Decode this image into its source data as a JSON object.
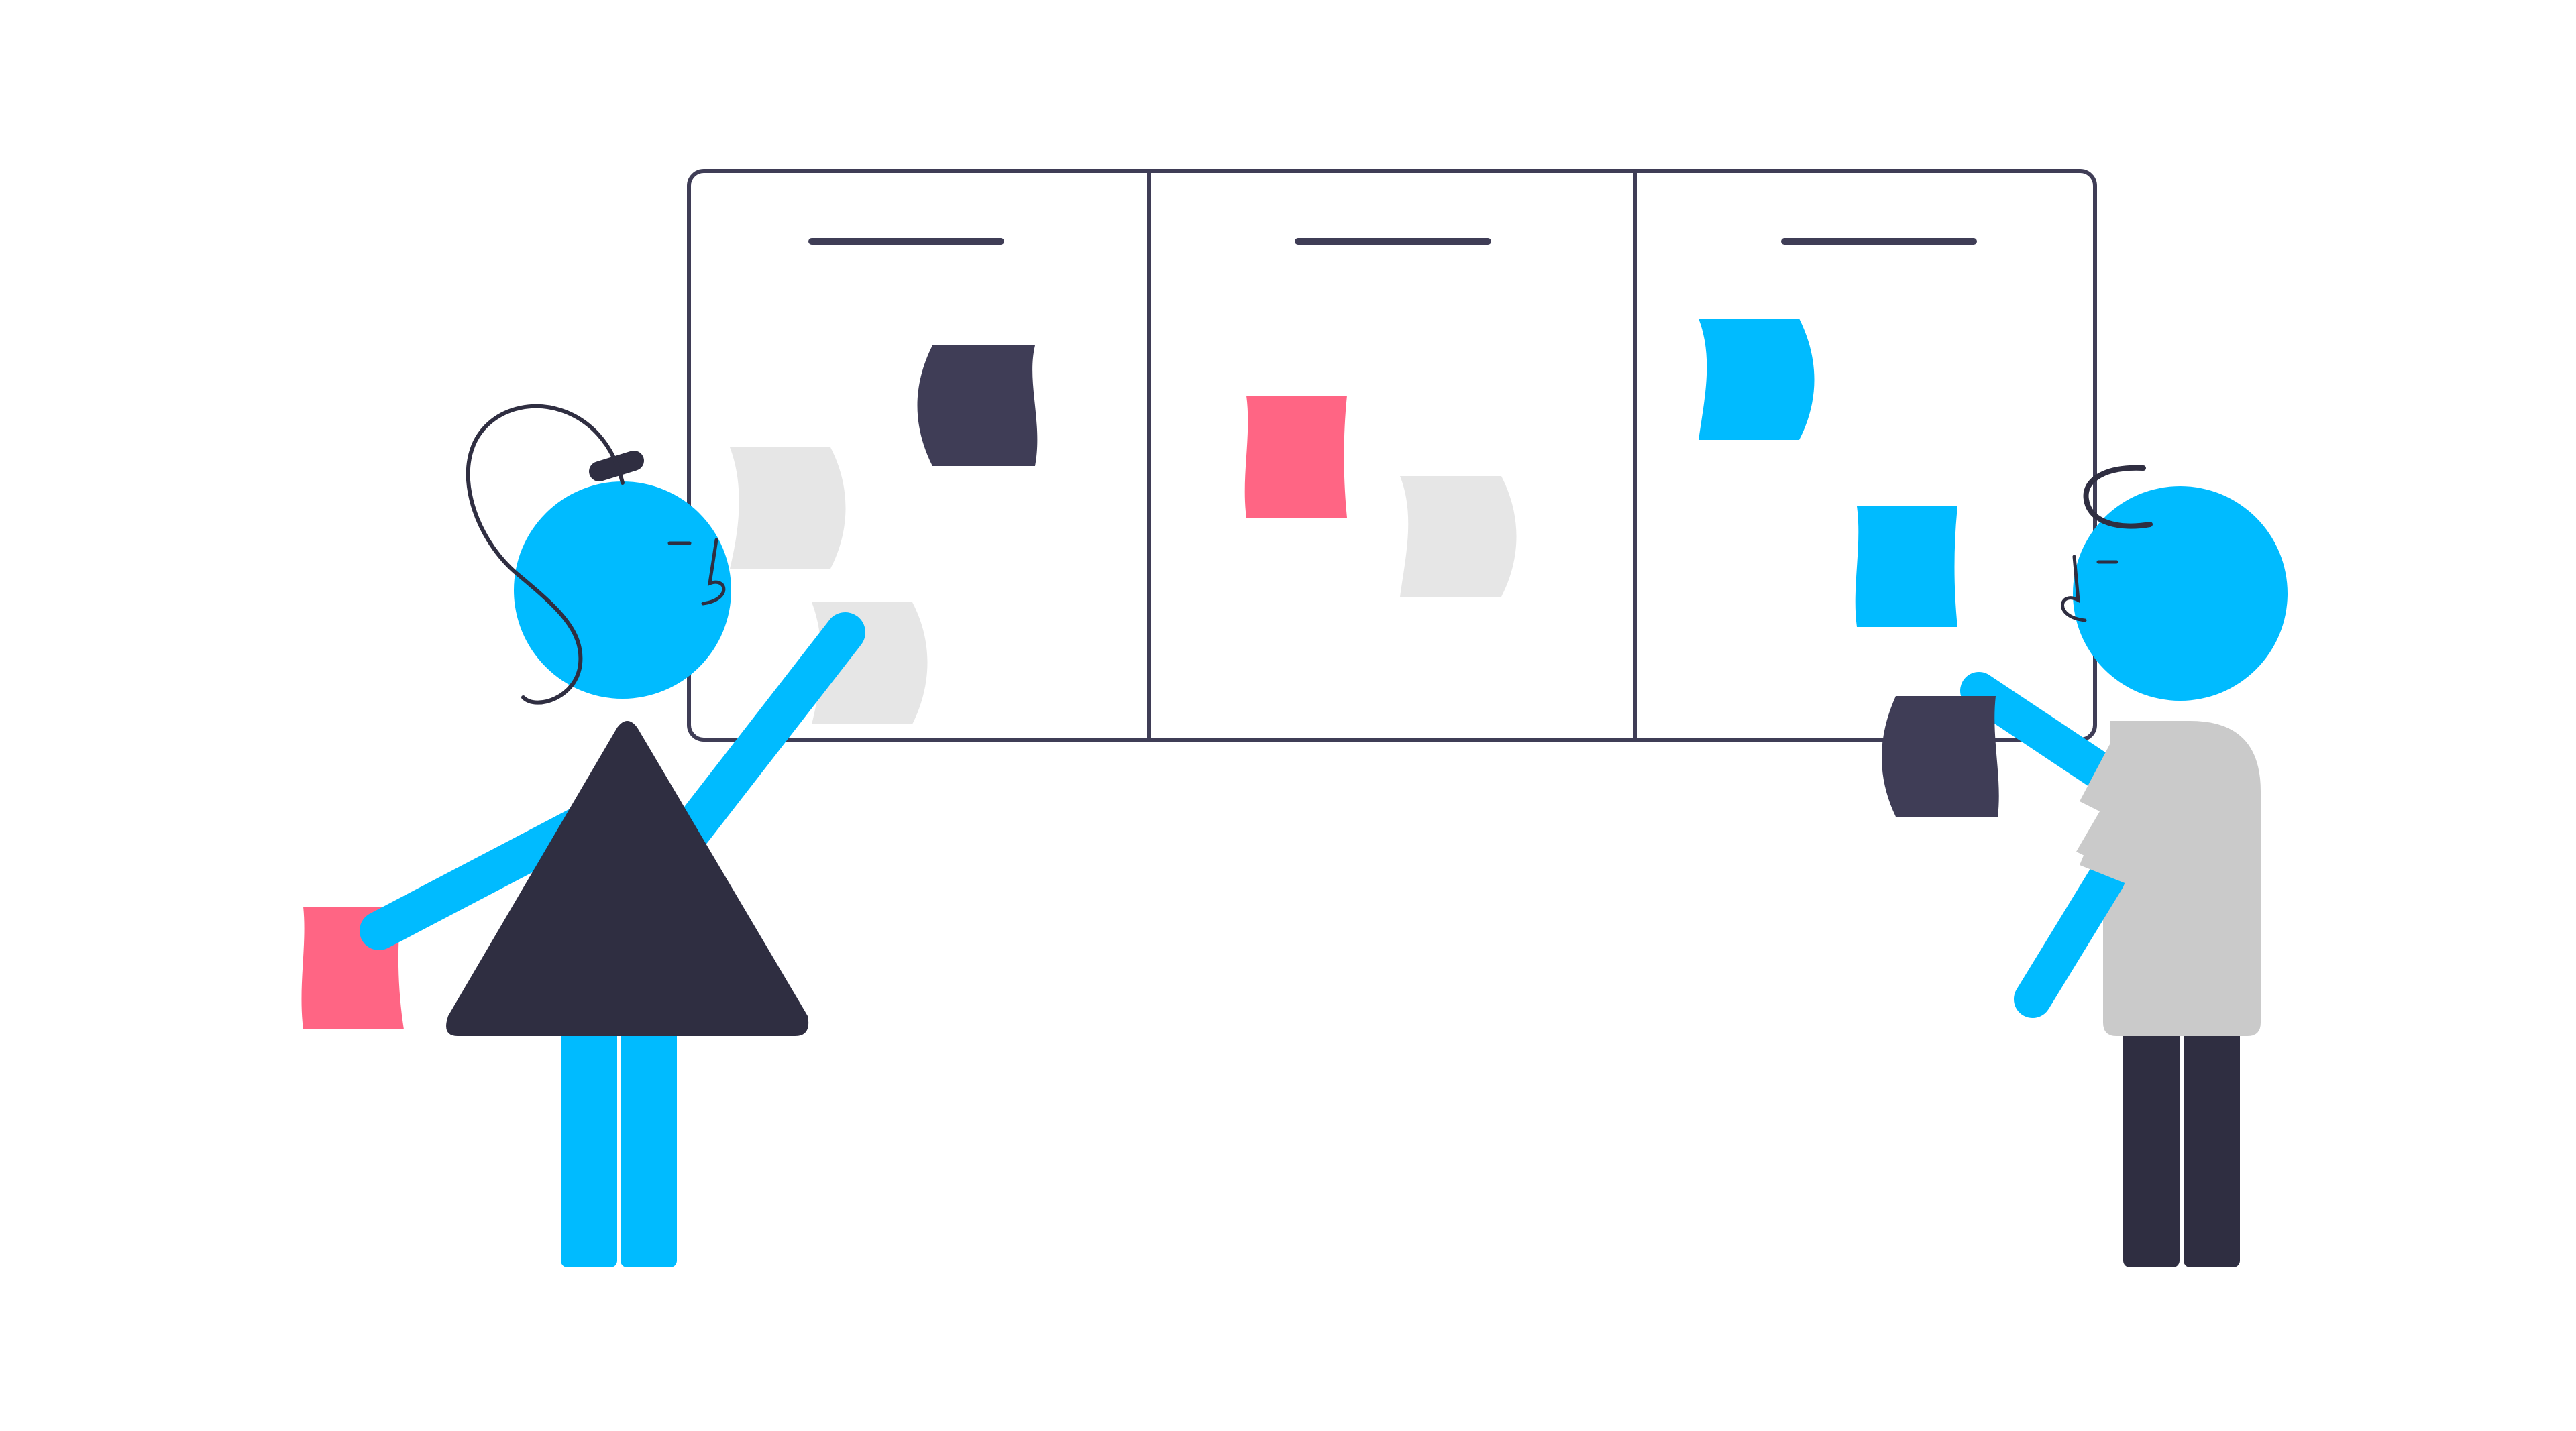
{
  "palette": {
    "background": "#ffffff",
    "outline": "#3f3d56",
    "dark": "#2f2e41",
    "blue": "#00bbff",
    "pink": "#ff6584",
    "light_gray": "#e6e6e6",
    "gray": "#cacaca",
    "navy_note": "#3f3d56"
  },
  "board": {
    "columns": 3,
    "notes": [
      {
        "column": 1,
        "color": "navy_note"
      },
      {
        "column": 1,
        "color": "light_gray"
      },
      {
        "column": 1,
        "color": "light_gray"
      },
      {
        "column": 2,
        "color": "pink"
      },
      {
        "column": 2,
        "color": "light_gray"
      },
      {
        "column": 3,
        "color": "blue"
      },
      {
        "column": 3,
        "color": "blue"
      }
    ]
  },
  "figures": {
    "left": {
      "held_note_color": "pink"
    },
    "right": {
      "held_note_color": "navy_note"
    }
  }
}
